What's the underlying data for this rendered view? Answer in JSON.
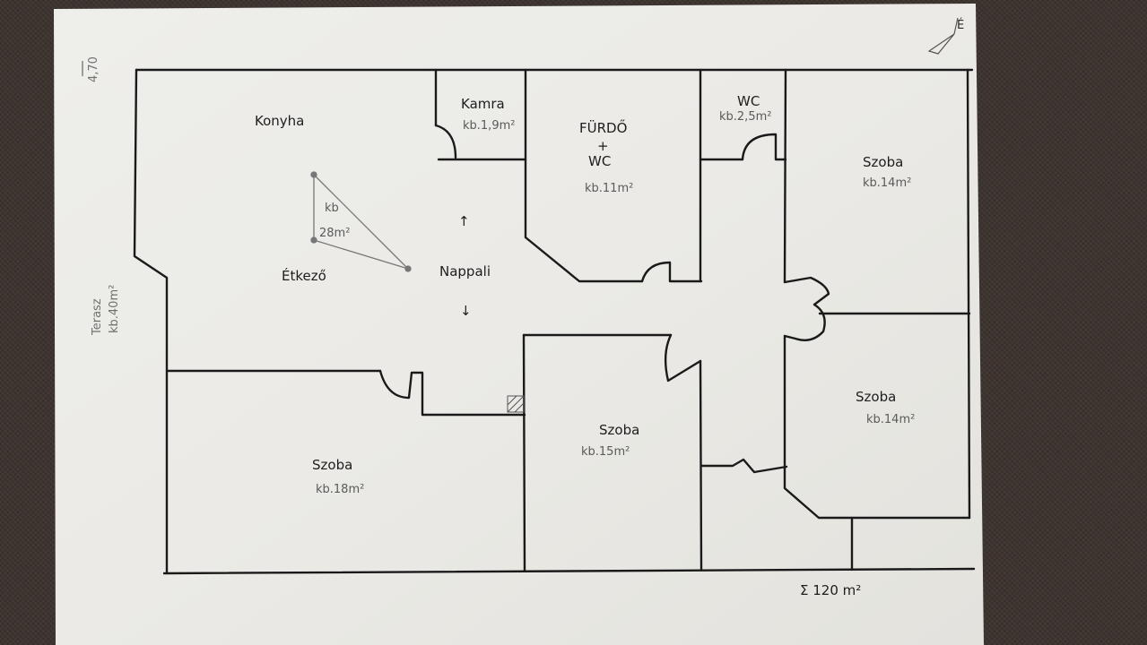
{
  "plan": {
    "rooms": {
      "konyha": {
        "name": "Konyha"
      },
      "kamra": {
        "name": "Kamra",
        "area": "kb.1,9m²"
      },
      "furdo": {
        "name": "FÜRDŐ",
        "plus": "+",
        "name2": "WC",
        "area": "kb.11m²"
      },
      "wc": {
        "name": "WC",
        "area": "kb.2,5m²"
      },
      "szoba_ne": {
        "name": "Szoba",
        "area": "kb.14m²"
      },
      "etkezo_area": {
        "name": "kb",
        "area": "28m²"
      },
      "etkezo": {
        "name": "Étkező"
      },
      "nappali": {
        "name": "Nappali"
      },
      "szoba_e": {
        "name": "Szoba",
        "area": "kb.14m²"
      },
      "szoba_c": {
        "name": "Szoba",
        "area": "kb.15m²"
      },
      "szoba_sw": {
        "name": "Szoba",
        "area": "kb.18m²"
      }
    },
    "terrace": {
      "name": "Terasz",
      "area": "kb.40m²"
    },
    "dimension": "4,70",
    "total": "Σ 120 m²",
    "compass": {
      "letter": "É",
      "icon": "north-arrow-icon"
    },
    "arrows": {
      "up": "↑",
      "down": "↓"
    },
    "colors": {
      "paper": "#ecebe7",
      "ink": "#1a1a1a",
      "pencil": "#6e6e6e",
      "background": "#3b322d"
    }
  }
}
